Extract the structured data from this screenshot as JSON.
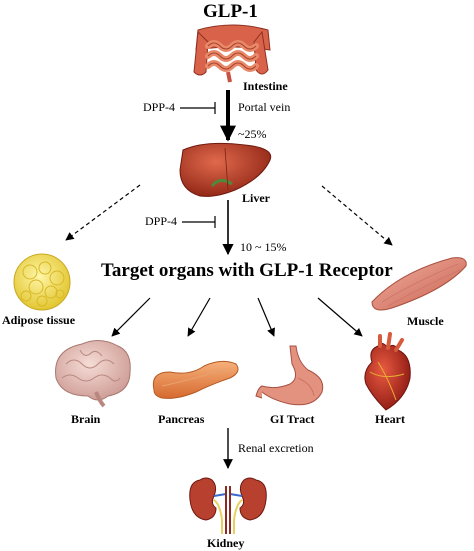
{
  "title": "GLP-1",
  "heading": "Target organs with GLP-1 Receptor",
  "organs": {
    "intestine": "Intestine",
    "liver": "Liver",
    "adipose": "Adipose tissue",
    "muscle": "Muscle",
    "brain": "Brain",
    "pancreas": "Pancreas",
    "gi_tract": "GI Tract",
    "heart": "Heart",
    "kidney": "Kidney"
  },
  "annotations": {
    "dpp4_upper": "DPP-4",
    "dpp4_lower": "DPP-4",
    "portal_vein": "Portal vein",
    "pct_upper": "~25%",
    "pct_lower": "10 ~ 15%",
    "renal": "Renal excretion"
  },
  "colors": {
    "intestine": "#e06a4a",
    "liver": "#b63a22",
    "adipose": "#f3e04a",
    "muscle": "#e08a7a",
    "brain": "#e9c6c0",
    "pancreas": "#e98a4a",
    "stomach": "#e48a76",
    "heart": "#c42a22",
    "kidney": "#b83a2e"
  }
}
